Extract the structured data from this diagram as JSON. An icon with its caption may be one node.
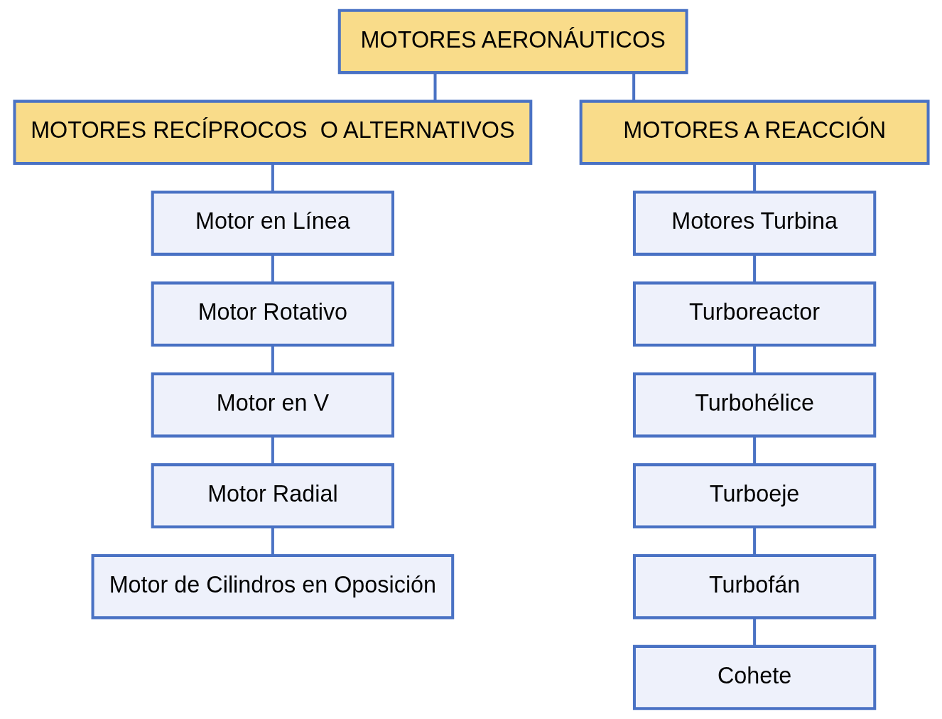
{
  "diagram": {
    "nodes": [
      {
        "text": [
          "MOTORES AERONÁUTICOS"
        ]
      },
      {
        "text": [
          "MOTORES RECÍPROCOS  O ALTERNATIVOS"
        ]
      },
      {
        "text": [
          "MOTORES A REACCIÓN"
        ]
      },
      {
        "text": [
          "Motor en Línea"
        ]
      },
      {
        "text": [
          "Motor Rotativo"
        ]
      },
      {
        "text": [
          "Motor en V"
        ]
      },
      {
        "text": [
          "Motor Radial"
        ]
      },
      {
        "text": [
          "Motor de Cilindros en Oposición"
        ]
      },
      {
        "text": [
          "Motores Turbina"
        ]
      },
      {
        "text": [
          "Turboreactor"
        ]
      },
      {
        "text": [
          "Turbohélice"
        ]
      },
      {
        "text": [
          "Turboeje"
        ]
      },
      {
        "text": [
          "Turbofán"
        ]
      },
      {
        "text": [
          "Cohete"
        ]
      }
    ],
    "edges": [
      {
        "from": 0,
        "to": 1,
        "arrow": "none"
      },
      {
        "from": 0,
        "to": 2,
        "arrow": "none"
      },
      {
        "from": 1,
        "to": 3,
        "arrow": "none"
      },
      {
        "from": 3,
        "to": 4,
        "arrow": "none"
      },
      {
        "from": 4,
        "to": 5,
        "arrow": "none"
      },
      {
        "from": 5,
        "to": 6,
        "arrow": "none"
      },
      {
        "from": 6,
        "to": 7,
        "arrow": "none"
      },
      {
        "from": 2,
        "to": 8,
        "arrow": "none"
      },
      {
        "from": 8,
        "to": 9,
        "arrow": "none"
      },
      {
        "from": 9,
        "to": 10,
        "arrow": "none"
      },
      {
        "from": 10,
        "to": 11,
        "arrow": "none"
      },
      {
        "from": 11,
        "to": 12,
        "arrow": "none"
      },
      {
        "from": 12,
        "to": 13,
        "arrow": "none"
      }
    ]
  }
}
